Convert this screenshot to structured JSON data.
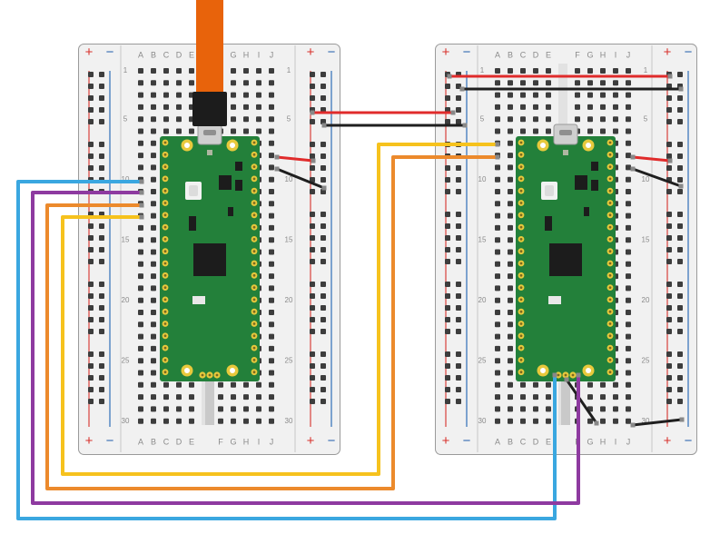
{
  "breadboard": {
    "rail_plus": "+",
    "rail_minus": "−",
    "columns_left": [
      "A",
      "B",
      "C",
      "D",
      "E"
    ],
    "columns_right": [
      "F",
      "G",
      "H",
      "I",
      "J"
    ],
    "row_numbers": [
      "1",
      "5",
      "10",
      "15",
      "20",
      "25",
      "30"
    ],
    "colors": {
      "body": "#f1f1f1",
      "outline": "#9a9a9a",
      "hole": "#3d3d3d",
      "plus_line": "#d8413c",
      "minus_line": "#2f6fb8",
      "plus_text": "#d8312c",
      "minus_text": "#2b64b0"
    }
  },
  "boards": [
    {
      "name": "pico-left",
      "usb_cable": true
    },
    {
      "name": "pico-right",
      "usb_cable": false
    }
  ],
  "pico_colors": {
    "pcb": "#23803a",
    "pad": "#e8c93c",
    "chip": "#1c1c1c",
    "usb": "#cfcfcf"
  },
  "wire_colors": {
    "usb_cable": "#e8630b",
    "blue": "#3aa7e0",
    "purple": "#8e3aa0",
    "orange": "#ec8a2c",
    "yellow": "#f6c21d",
    "red": "#e02b2b",
    "black": "#1f1f1f"
  }
}
